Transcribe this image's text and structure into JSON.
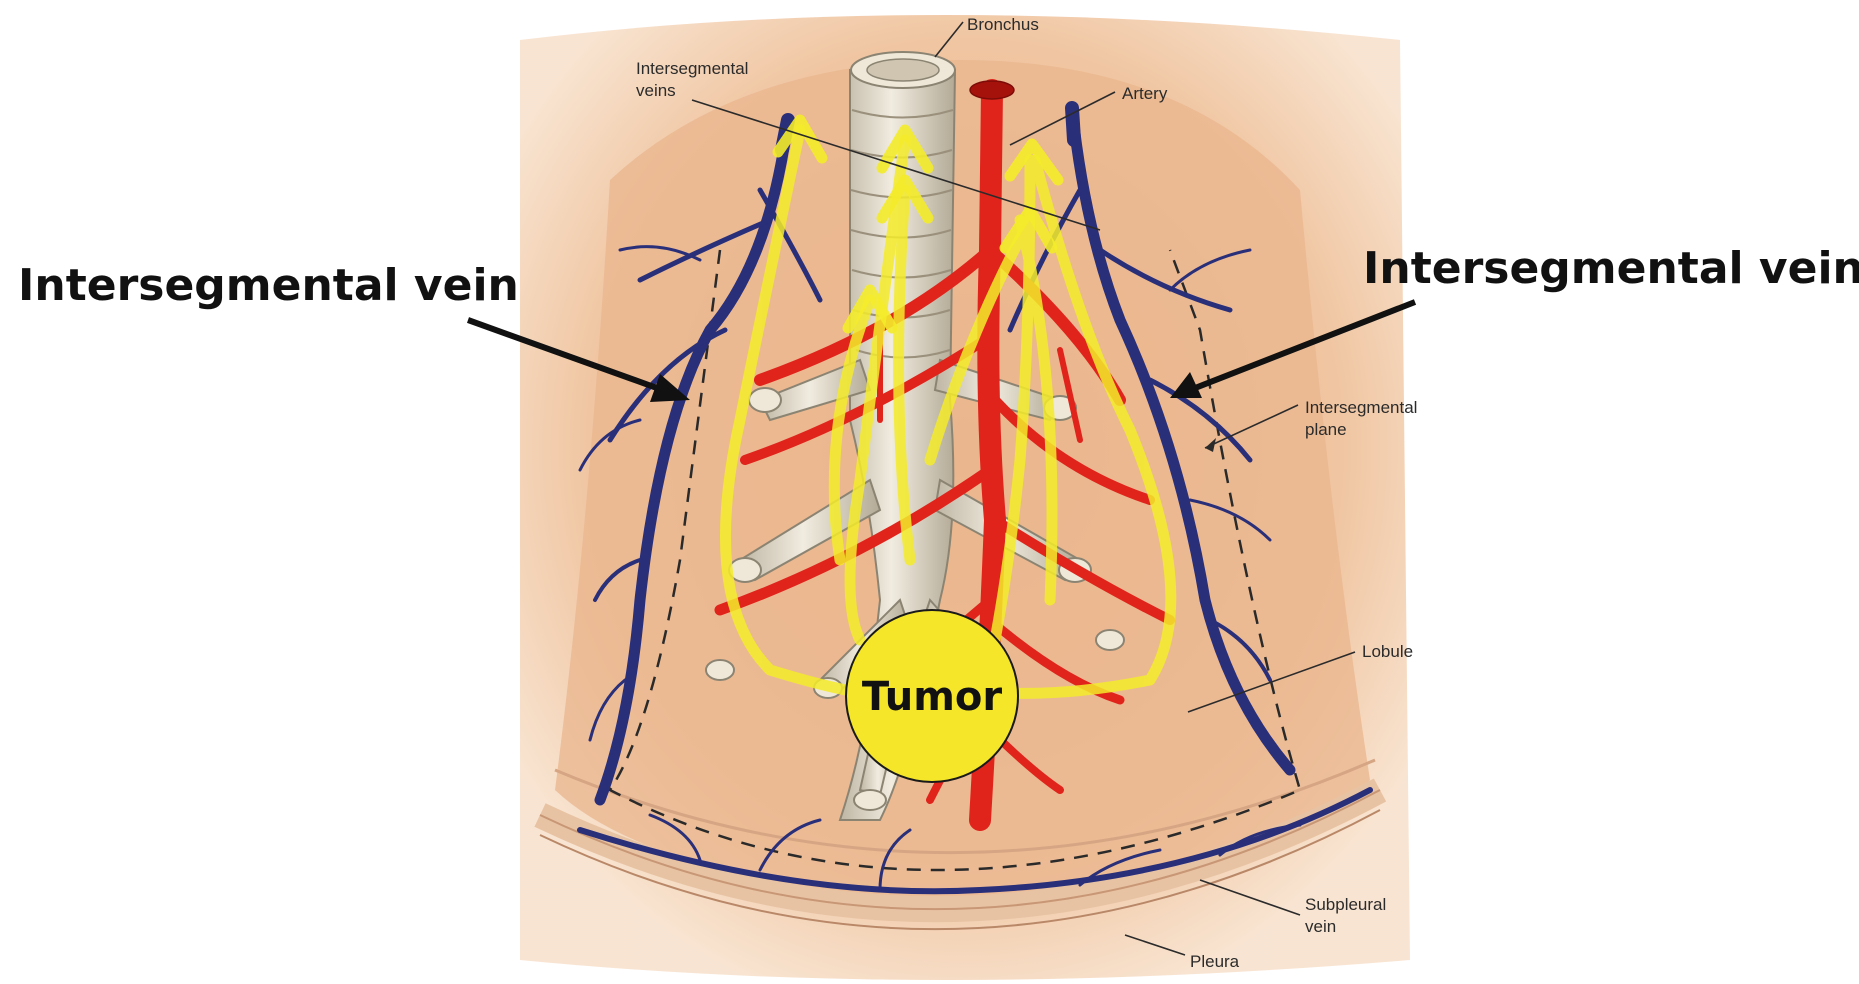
{
  "labels": {
    "bronchus": "Bronchus",
    "intersegmental_veins_1": "Intersegmental",
    "intersegmental_veins_2": "veins",
    "artery": "Artery",
    "intersegmental_plane_1": "Intersegmental",
    "intersegmental_plane_2": "plane",
    "lobule": "Lobule",
    "subpleural_vein_1": "Subpleural",
    "subpleural_vein_2": "vein",
    "pleura": "Pleura"
  },
  "callouts": {
    "left_vein": "Intersegmental vein",
    "right_vein": "Intersegmental vein",
    "tumor": "Tumor"
  },
  "colors": {
    "tissue": "#f0c49d",
    "tissue_light": "#f7dcc3",
    "vein": "#2a2f7a",
    "artery": "#e0241c",
    "bronchus": "#d9d2c2",
    "highlight": "#f4ec2a",
    "tumor_fill": "#f5e62a"
  }
}
